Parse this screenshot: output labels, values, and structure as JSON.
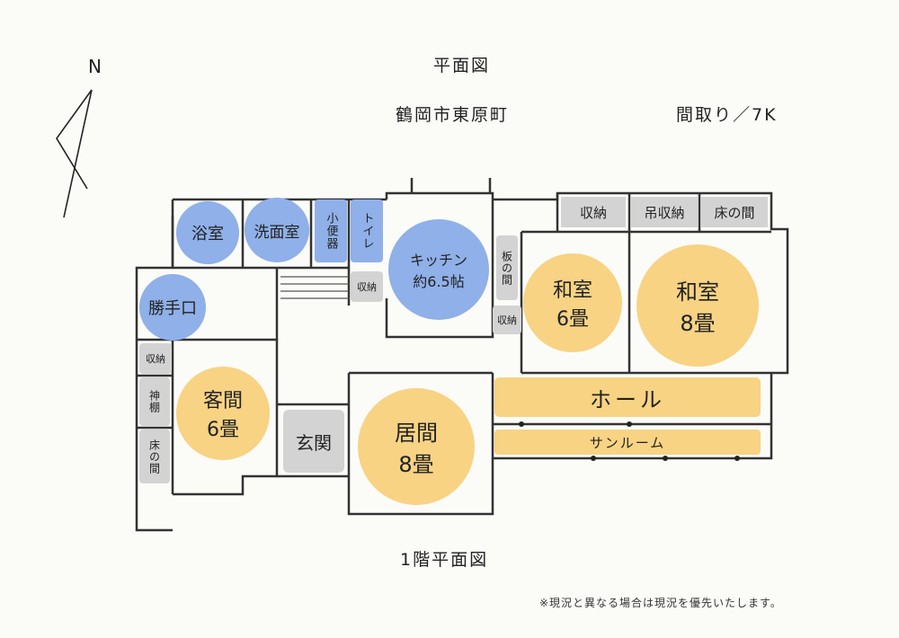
{
  "titles": {
    "heading": "平面図",
    "location": "鶴岡市東原町",
    "layout": "間取り／7K",
    "floor": "1階平面図",
    "north": "N"
  },
  "note": "※現況と異なる場合は現況を優先いたします。",
  "rooms": {
    "bath": "浴室",
    "washroom": "洗面室",
    "urinal": "小便器",
    "toilet": "トイレ",
    "kitchen_name": "キッチン",
    "kitchen_size": "約6.5帖",
    "storage": "収納",
    "hanging_storage": "吊収納",
    "tokonoma": "床の間",
    "wood_floor": "板の間",
    "washitsu6_name": "和室",
    "washitsu6_size": "6畳",
    "washitsu8_name": "和室",
    "washitsu8_size": "8畳",
    "back_door": "勝手口",
    "shrine_shelf": "神棚",
    "guest_name": "客間",
    "guest_size": "6畳",
    "entrance": "玄関",
    "living_name": "居間",
    "living_size": "8畳",
    "hall": "ホール",
    "sunroom": "サンルーム"
  },
  "colors": {
    "blue": "#8fb0e8",
    "gold": "#f7d383",
    "gray": "#d3d3d3"
  }
}
